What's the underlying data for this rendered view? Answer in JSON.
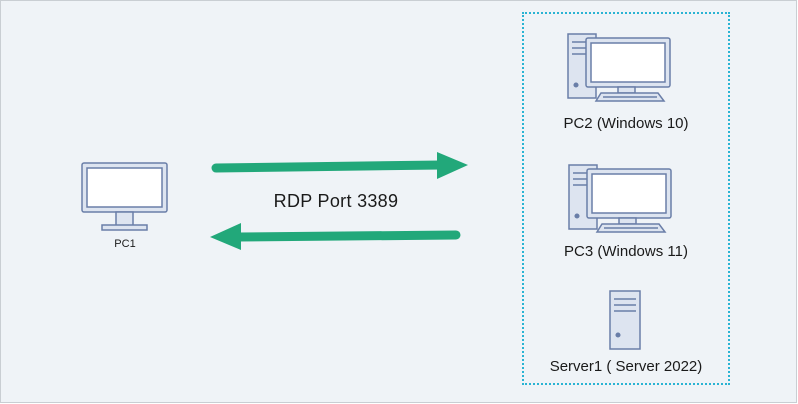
{
  "connection": {
    "label": "RDP Port 3389",
    "arrow_color": "#22a87a"
  },
  "source": {
    "name": "PC1",
    "icon": "desktop-monitor-icon"
  },
  "targets": [
    {
      "name": "PC2 (Windows 10)",
      "icon": "desktop-computer-icon"
    },
    {
      "name": "PC3 (Windows 11)",
      "icon": "desktop-computer-icon"
    },
    {
      "name": "Server1 ( Server 2022)",
      "icon": "server-tower-icon"
    }
  ],
  "colors": {
    "background": "#eff3f7",
    "device_fill": "#ffffff",
    "device_case": "#dde4f0",
    "device_stroke": "#6a7ea8",
    "group_border": "#29b3d3"
  }
}
